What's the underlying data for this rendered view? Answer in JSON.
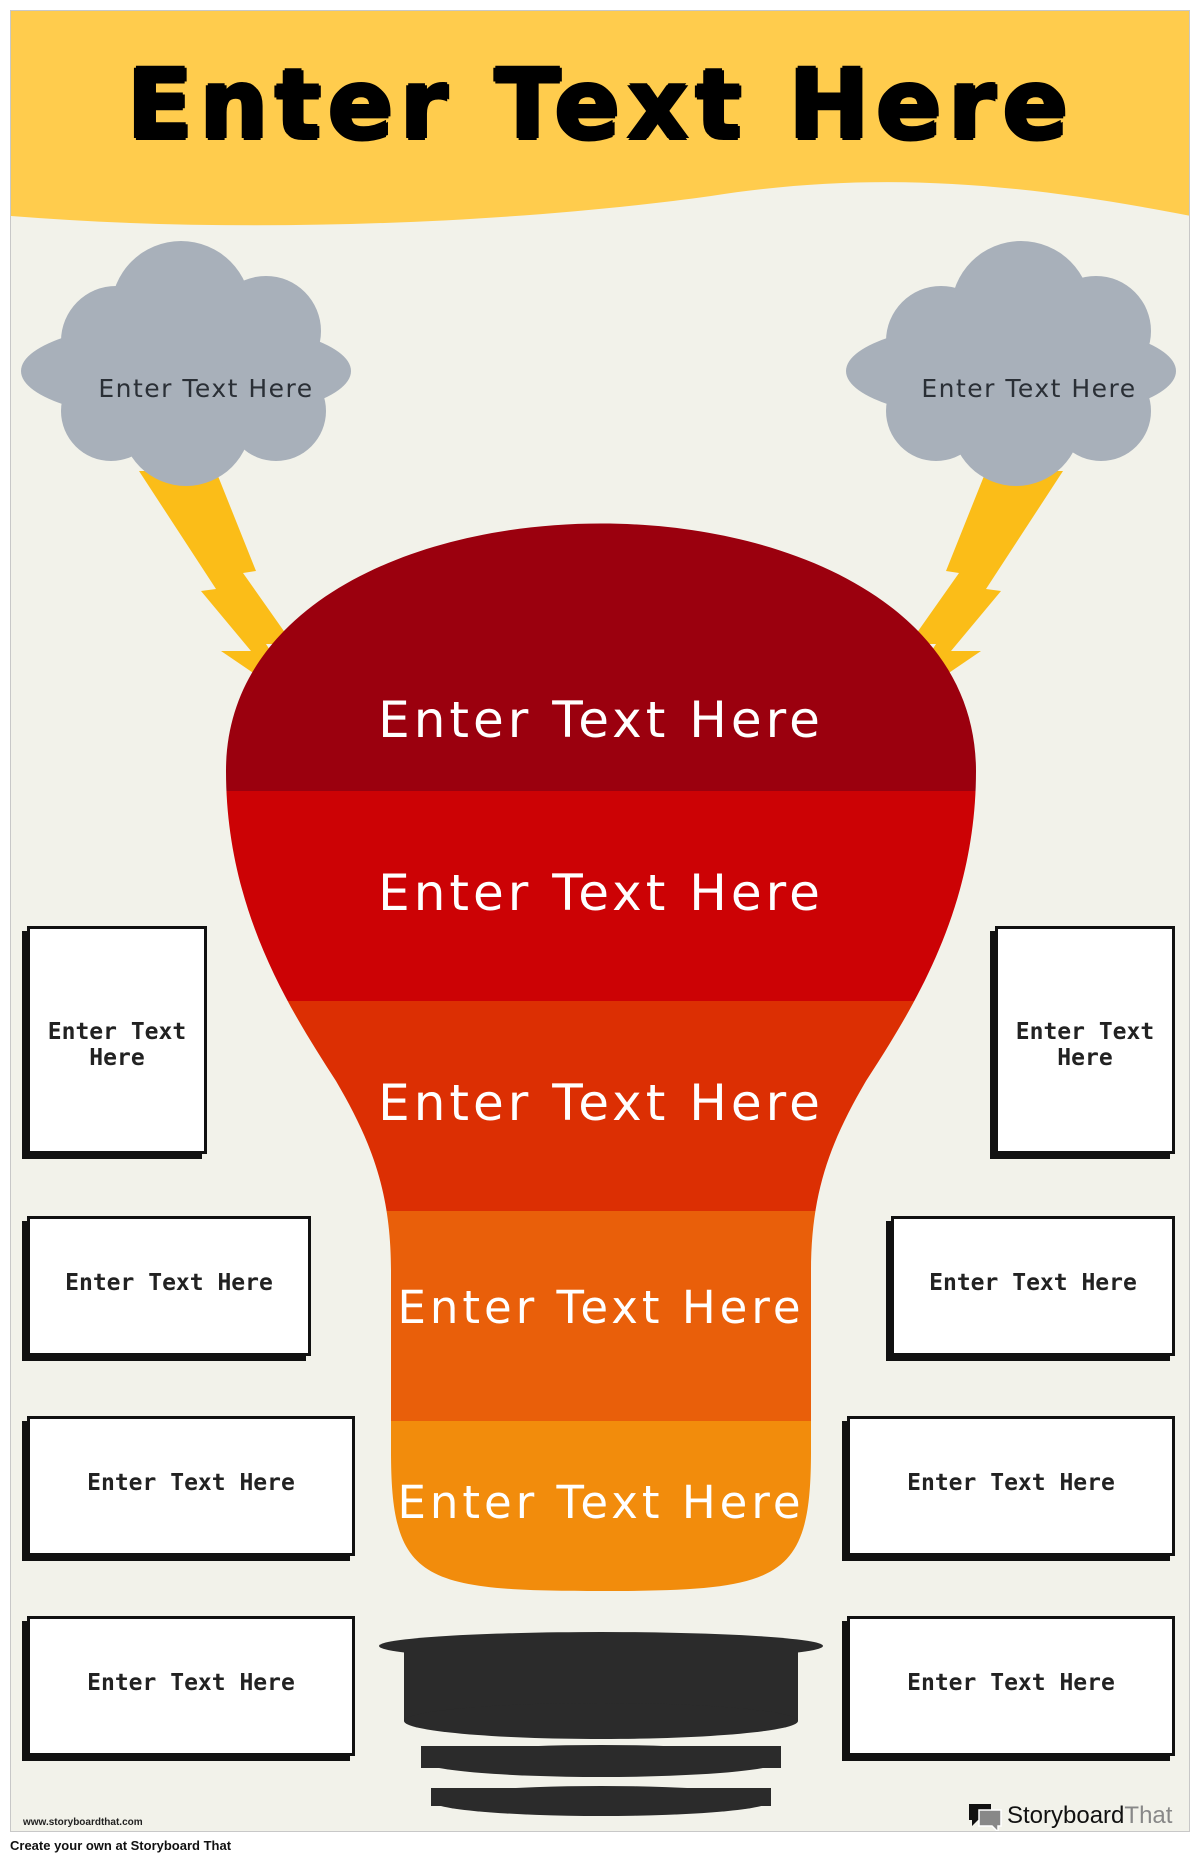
{
  "poster": {
    "title": "Enter Text Here",
    "clouds": [
      "Enter Text Here",
      "Enter Text Here"
    ],
    "bulb_bands": [
      "Enter Text Here",
      "Enter Text Here",
      "Enter Text Here",
      "Enter Text Here",
      "Enter Text Here"
    ],
    "left_boxes": [
      "Enter Text Here",
      "Enter Text Here",
      "Enter Text Here",
      "Enter Text Here"
    ],
    "right_boxes": [
      "Enter Text Here",
      "Enter Text Here",
      "Enter Text Here",
      "Enter Text Here"
    ]
  },
  "footer": {
    "url": "www.storyboardthat.com",
    "brand_primary": "Storyboard",
    "brand_secondary": "That",
    "create_text": "Create your own at Storyboard That"
  },
  "colors": {
    "banner": "#ffcc4d",
    "background": "#f2f2ea",
    "cloud": "#a8b0ba",
    "bolt": "#fbbd18",
    "band_1": "#9b000e",
    "band_2": "#cc0205",
    "band_3": "#dc2f03",
    "band_4": "#e95f0a",
    "band_5": "#f28c0c",
    "base": "#2b2b2b"
  }
}
